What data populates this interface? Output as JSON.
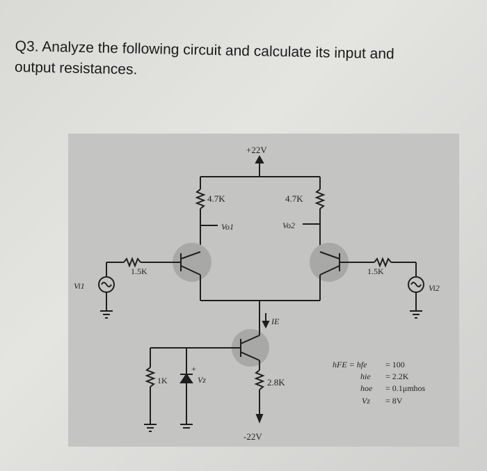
{
  "question": {
    "line1": "Q3. Analyze the following circuit and calculate its input and",
    "line2": "output resistances."
  },
  "circuit": {
    "supply_pos": "+22V",
    "supply_neg": "-22V",
    "rc_left": "4.7K",
    "rc_right": "4.7K",
    "vo1_label": "Vo1",
    "vo2_label": "Vo2",
    "rb_left": "1.5K",
    "rb_right": "1.5K",
    "vi1_label": "Vi1",
    "vi2_label": "Vi2",
    "ie_label": "IE",
    "re_label": "2.8K",
    "r_bias_label": "1K",
    "vz_label": "Vz",
    "zener_plus": "+"
  },
  "params": {
    "hfe": "hFE = hfe",
    "hfe_val": "= 100",
    "hie": "hie",
    "hie_val": "= 2.2K",
    "hoe": "hoe",
    "hoe_val": "= 0.1μmhos",
    "vz": "Vz",
    "vz_val": "= 8V"
  }
}
